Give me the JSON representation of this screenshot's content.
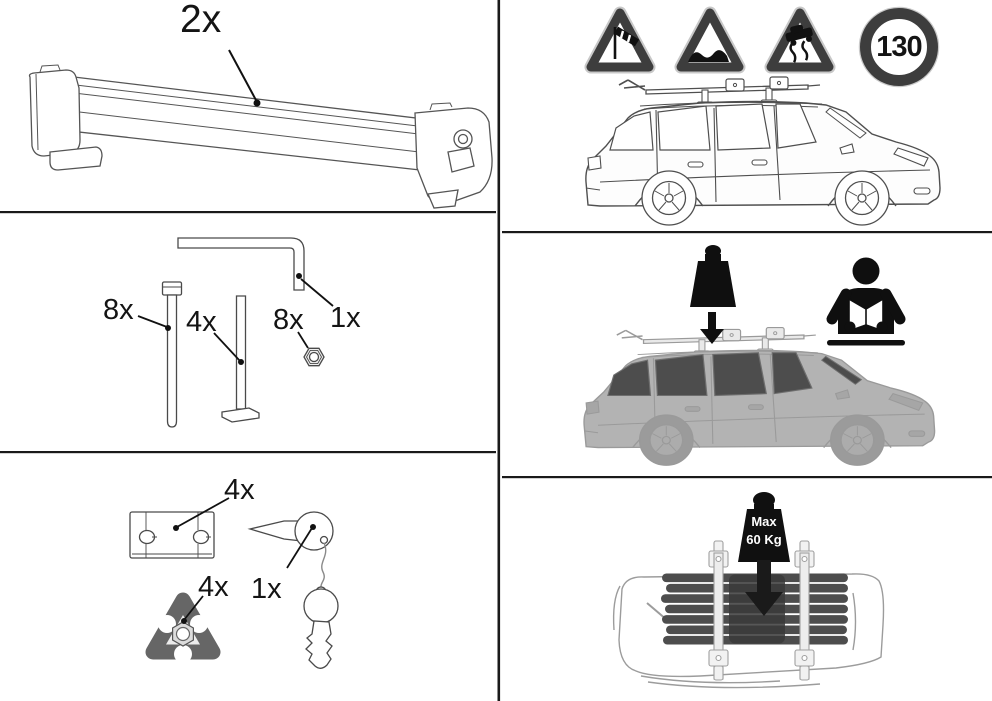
{
  "sheet": {
    "type": "roof-ski-carrier-mounting-instructions",
    "colors": {
      "background": "#ffffff",
      "divider": "#1a1a1a",
      "line_art": "#4a4a4a",
      "sign_gray": "#3d3d3d",
      "car_gray": "#b3b3b3",
      "window_gray": "#4d4d4d",
      "ski_gray": "#4d4d4d",
      "icon_black": "#0f0f0f"
    },
    "panels": {
      "carrier_box": {
        "item": "ski-carrier-bar",
        "qty": "2x"
      },
      "hardware_box": {
        "bolt_qty": "8x",
        "rod_qty": "4x",
        "nut_qty": "8x",
        "allen_key_qty": "1x"
      },
      "fittings_box": {
        "clamp_plate_qty": "4x",
        "wing_knob_qty": "4x",
        "lock_keys_qty": "1x"
      },
      "driving_box": {
        "signs": [
          {
            "name": "crosswind-warning"
          },
          {
            "name": "uneven-road-warning"
          },
          {
            "name": "slippery-road-warning"
          },
          {
            "name": "speed-limit",
            "value": "130"
          }
        ]
      },
      "loading_box": {
        "icons": [
          "weight-on-roof",
          "down-arrow",
          "read-manual"
        ]
      },
      "max_load_box": {
        "max_word": "Max",
        "max_value": "60 Kg"
      }
    }
  }
}
